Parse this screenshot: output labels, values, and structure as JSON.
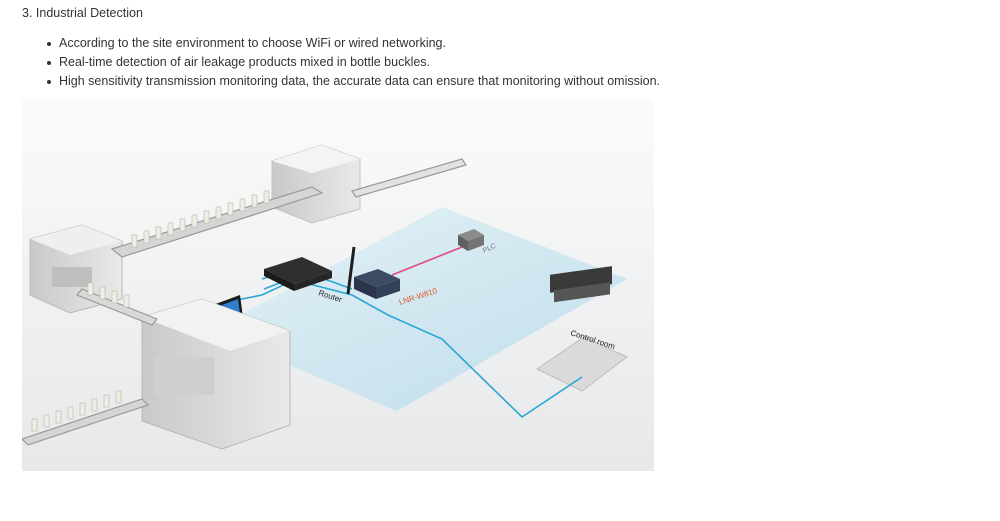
{
  "section": {
    "heading": "3. Industrial Detection",
    "points": [
      "According to the site environment to choose WiFi or wired networking.",
      "Real-time detection of air leakage products mixed in bottle buckles.",
      "High sensitivity transmission monitoring data, the accurate data can ensure that monitoring without omission."
    ]
  },
  "illustration": {
    "labels": {
      "router": "Router",
      "device": "LNR-W810",
      "plc": "PLC",
      "control_room": "Control room"
    },
    "colors": {
      "floor": "#c6e2ee",
      "network_cable": "#2aa7d6",
      "serial_cable": "#e24a7a",
      "device_label": "#e2552b"
    }
  }
}
